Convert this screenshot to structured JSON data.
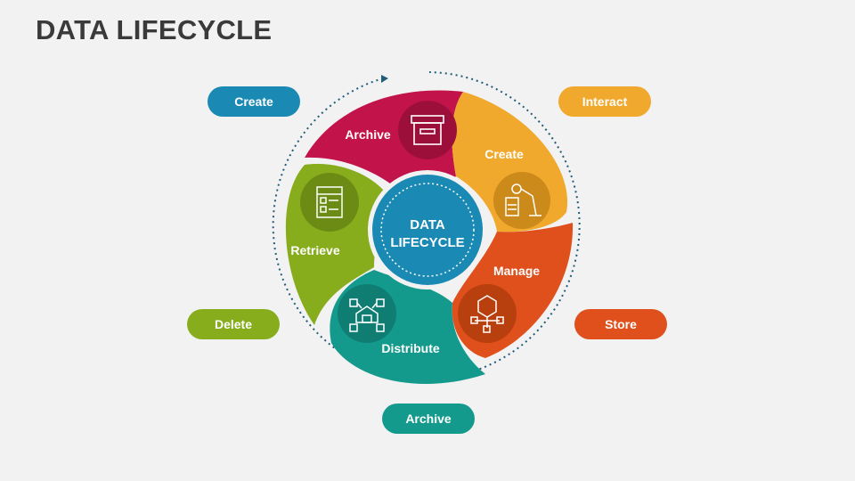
{
  "title": "DATA LIFECYCLE",
  "center": {
    "line1": "DATA",
    "line2": "LIFECYCLE"
  },
  "segments": {
    "archive": "Archive",
    "create": "Create",
    "manage": "Manage",
    "distribute": "Distribute",
    "retrieve": "Retrieve"
  },
  "pills": {
    "create": "Create",
    "interact": "Interact",
    "store": "Store",
    "archive": "Archive",
    "delete": "Delete"
  },
  "colors": {
    "crimson": "#c2134a",
    "yellow": "#f0a92c",
    "orange": "#e0501d",
    "teal": "#149a8d",
    "green": "#87ad1d",
    "blue": "#1a8ab4"
  },
  "icons": [
    "archive-box-icon",
    "robot-arm-icon",
    "cube-network-icon",
    "warehouse-network-icon",
    "checklist-document-icon"
  ]
}
